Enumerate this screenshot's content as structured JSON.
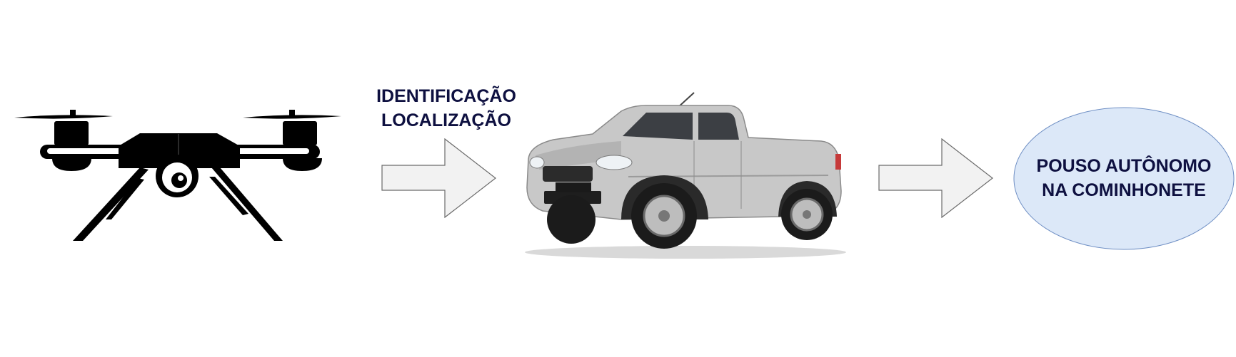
{
  "step_label": {
    "line1": "IDENTIFICAÇÃO",
    "line2": "LOCALIZAÇÃO"
  },
  "result": {
    "line1": "POUSO AUTÔNOMO",
    "line2": "NA COMINHONETE"
  },
  "colors": {
    "text": "#0e1040",
    "ellipse_fill": "#dce8f8",
    "ellipse_stroke": "#6f8fc4",
    "arrow_fill": "#f2f2f2",
    "arrow_stroke": "#6b6b6b",
    "drone": "#000000",
    "truck_body": "#c8c8c8"
  },
  "icons": {
    "drone": "drone-icon",
    "vehicle": "pickup-truck-image",
    "arrow": "right-arrow"
  }
}
